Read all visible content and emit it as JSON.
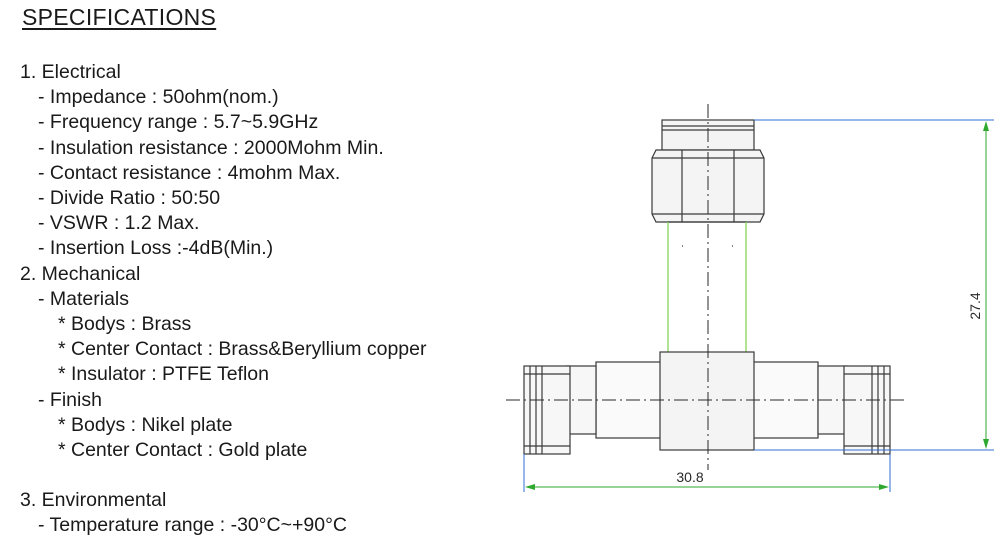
{
  "doc": {
    "title": "SPECIFICATIONS",
    "lines": [
      "1. Electrical",
      "- Impedance : 50ohm(nom.)",
      "- Frequency range : 5.7~5.9GHz",
      "- Insulation resistance : 2000Mohm Min.",
      "- Contact resistance : 4mohm Max.",
      "- Divide Ratio :  50:50",
      "- VSWR : 1.2 Max.",
      "- Insertion Loss :-4dB(Min.)",
      "2. Mechanical",
      "- Materials",
      "* Bodys : Brass",
      "* Center Contact : Brass&Beryllium copper",
      "* Insulator : PTFE Teflon",
      "- Finish",
      "* Bodys : Nikel plate",
      "* Center Contact : Gold plate",
      "3. Environmental",
      "- Temperature range : -30°C~+90°C"
    ]
  },
  "drawing": {
    "height_dimension": "27.4",
    "width_dimension": "30.8",
    "colors": {
      "outline": "#3a3a3a",
      "dimension_line": "#2f6fd6",
      "width_arrow": "#2ea82e",
      "insulator_edge": "#7ad14a"
    }
  }
}
